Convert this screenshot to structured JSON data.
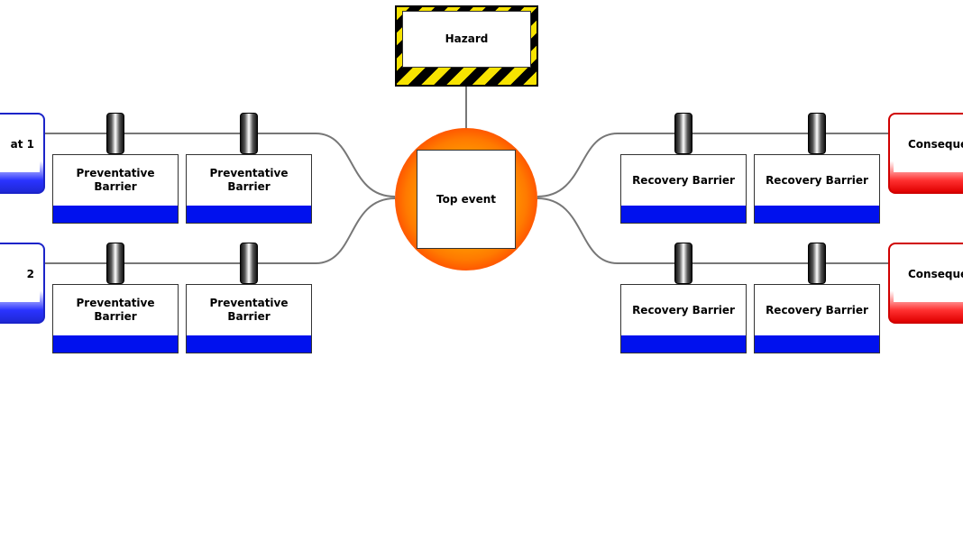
{
  "hazard": {
    "label": "Hazard"
  },
  "top_event": {
    "label": "Top event"
  },
  "threats": [
    {
      "label": "at 1"
    },
    {
      "label": "2"
    }
  ],
  "consequences": [
    {
      "label": "Conseque"
    },
    {
      "label": "Conseque"
    }
  ],
  "barriers": {
    "preventative": [
      {
        "label": "Preventative Barrier"
      },
      {
        "label": "Preventative Barrier"
      },
      {
        "label": "Preventative Barrier"
      },
      {
        "label": "Preventative Barrier"
      }
    ],
    "recovery": [
      {
        "label": "Recovery Barrier"
      },
      {
        "label": "Recovery Barrier"
      },
      {
        "label": "Recovery Barrier"
      },
      {
        "label": "Recovery Barrier"
      }
    ]
  },
  "colors": {
    "threat": "#1b24c9",
    "consequence": "#d00000",
    "barrier_bar": "#0011ee",
    "hazard_stripe": "#f7e300",
    "top_event_center": "#ffcf00",
    "top_event_edge": "#e60000"
  }
}
